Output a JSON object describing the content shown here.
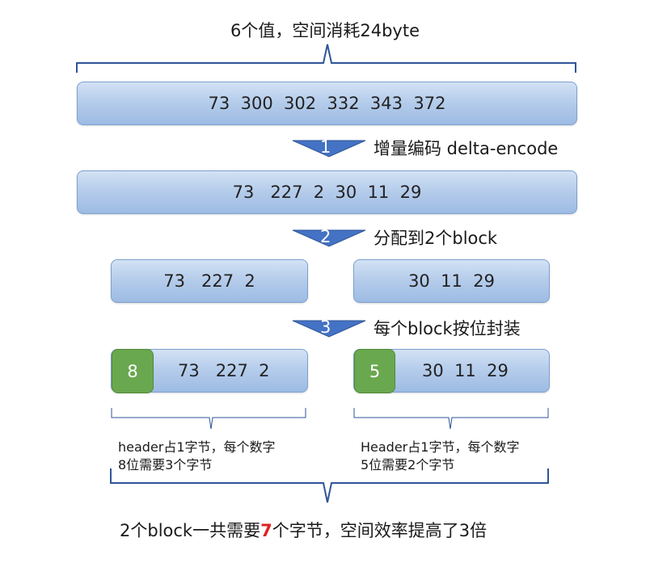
{
  "top_title": "6个值，空间消耗24byte",
  "raw_values": "73  300  302  332  343  372",
  "steps": [
    {
      "num": "1",
      "label": "增量编码 delta-encode"
    },
    {
      "num": "2",
      "label": "分配到2个block"
    },
    {
      "num": "3",
      "label": "每个block按位封装"
    }
  ],
  "delta_values": "73   227  2  30  11  29",
  "blocks": [
    {
      "values": "73   227  2",
      "header": "8",
      "note_line1": "header占1字节，每个数字",
      "note_line2": "8位需要3个字节"
    },
    {
      "values": "30  11  29",
      "header": "5",
      "note_line1": "Header占1字节，每个数字",
      "note_line2": "5位需要2个字节"
    }
  ],
  "conclusion": {
    "before": "2个block一共需要",
    "highlight": "7",
    "after": "个字节，空间效率提高了3倍"
  },
  "colors": {
    "bar_border": "#7ea0cf",
    "header_green": "#6aa84f",
    "arrow_blue": "#4472c4",
    "highlight_red": "#e02020",
    "brace_blue": "#2f5597"
  }
}
